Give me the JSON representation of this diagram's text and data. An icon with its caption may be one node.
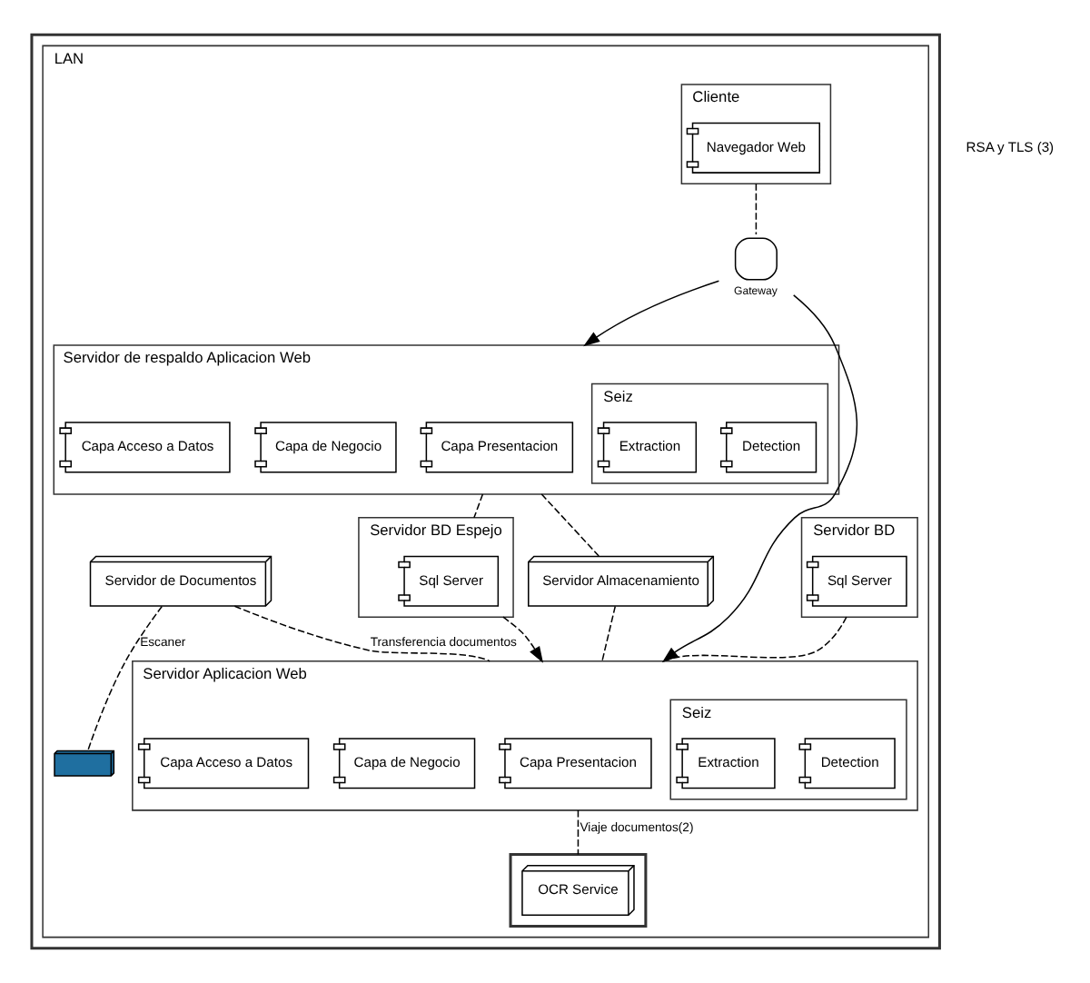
{
  "diagram": {
    "nodes": [
      {
        "text": [],
        "shape": "box"
      },
      {
        "text": [
          "LAN"
        ],
        "in": 0
      },
      {
        "text": [
          "Servidor de respaldo Aplicacion Web"
        ],
        "in": 1
      },
      {
        "text": [
          "Capa Presentacion"
        ],
        "in": 2
      },
      {
        "text": [
          "Capa de Negocio"
        ],
        "in": 2
      },
      {
        "text": [
          "Seiz"
        ],
        "in": 2
      },
      {
        "text": [
          "Detection"
        ],
        "in": 5
      },
      {
        "text": [
          "Extraction"
        ],
        "in": 5
      },
      {
        "text": [
          "Capa Acceso a Datos"
        ],
        "in": 2
      },
      {
        "text": [
          "Servidor Almacenamiento"
        ],
        "in": 1
      },
      {
        "text": [
          "Servidor BD"
        ],
        "in": 1
      },
      {
        "text": [
          "Sql Server"
        ],
        "in": 10
      },
      {
        "text": [
          "Servidor BD Espejo"
        ],
        "in": 1
      },
      {
        "text": [
          "Sql Server"
        ],
        "in": 12
      },
      {
        "text": [
          "Cliente"
        ],
        "in": 1
      },
      {
        "text": [
          "Navegador Web"
        ],
        "in": 14
      },
      {
        "text": [],
        "shape": "circle",
        "beside": [
          "Gateway"
        ],
        "in": 1
      },
      {
        "text": [
          "Servidor Aplicacion Web"
        ],
        "in": 1
      },
      {
        "text": [
          "Capa Presentacion"
        ],
        "in": 17
      },
      {
        "text": [
          "Capa de Negocio"
        ],
        "in": 17
      },
      {
        "text": [
          "Seiz"
        ],
        "in": 17
      },
      {
        "text": [
          "Detection"
        ],
        "in": 20
      },
      {
        "text": [
          "Extraction"
        ],
        "in": 20
      },
      {
        "text": [
          "Capa Acceso a Datos"
        ],
        "in": 17
      },
      {
        "text": [],
        "shape": "box",
        "in": 1
      },
      {
        "text": [
          "OCR Service"
        ],
        "in": 24
      },
      {
        "text": [
          "Servidor de Documentos"
        ],
        "in": 1
      },
      {
        "text": [],
        "shape": "picture",
        "in": 1
      }
    ],
    "edges": [
      {
        "from": 14,
        "to": 16,
        "arrow": "none",
        "style": "dashed"
      },
      {
        "from": 16,
        "to": 2,
        "arrow": "to"
      },
      {
        "from": 16,
        "to": 17,
        "arrow": "to"
      },
      {
        "from": 2,
        "to": 9,
        "arrow": "none",
        "style": "dashed"
      },
      {
        "from": 2,
        "to": 12,
        "arrow": "none",
        "style": "dashed"
      },
      {
        "from": 9,
        "to": 17,
        "arrow": "none",
        "style": "dashed"
      },
      {
        "from": 10,
        "to": 17,
        "arrow": "none",
        "style": "dashed"
      },
      {
        "from": 12,
        "to": 17,
        "arrow": "to",
        "style": "dashed"
      },
      {
        "from": 17,
        "to": 24,
        "arrow": "none",
        "style": "dashed",
        "label": "Viaje documentos(2)"
      },
      {
        "from": 26,
        "to": 17,
        "arrow": "none",
        "style": "dashed",
        "label": "Transferencia documentos"
      },
      {
        "from": 26,
        "to": 27,
        "arrow": "none",
        "style": "dashed",
        "label": "Escaner"
      }
    ],
    "labels": [
      "RSA y TLS (3)"
    ]
  }
}
